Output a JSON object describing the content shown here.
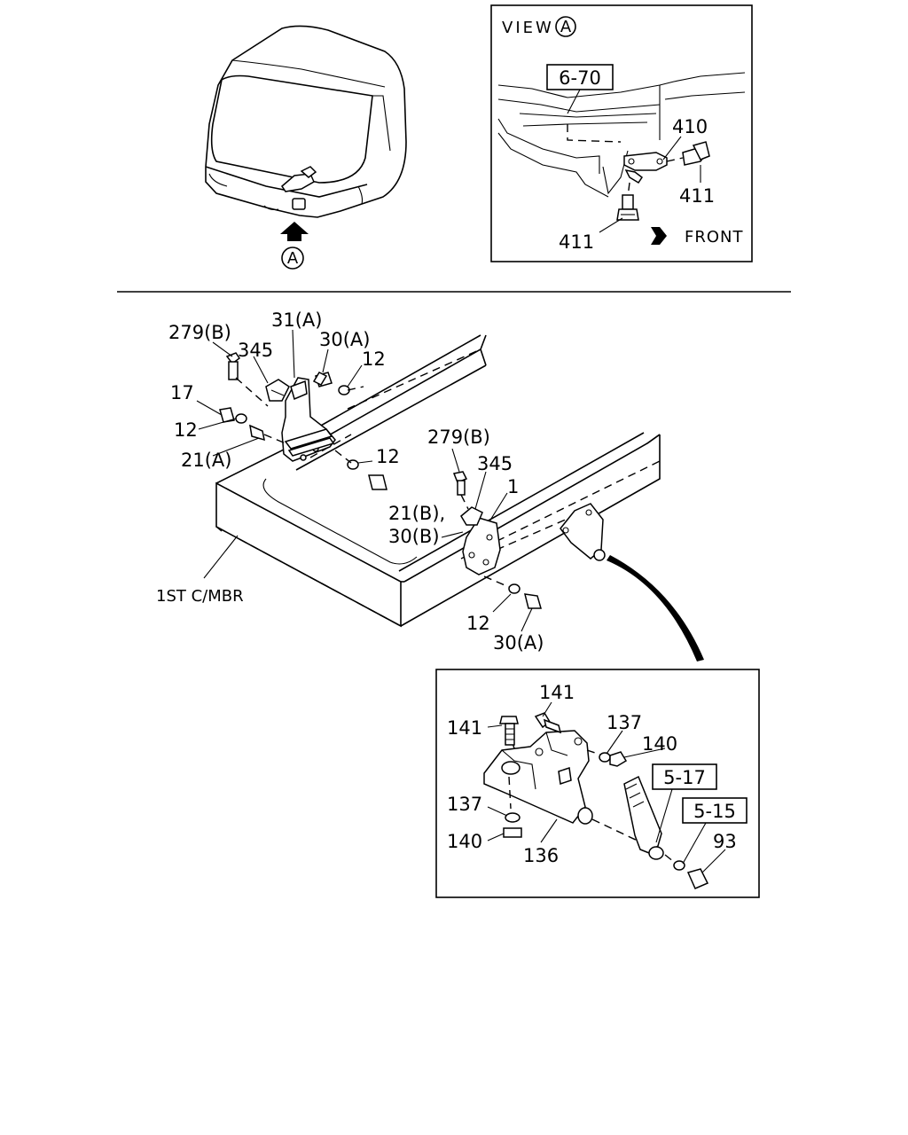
{
  "view_box": {
    "title": "VIEW",
    "title_marker": "A",
    "ref_box": "6-70",
    "labels": {
      "p410": "410",
      "p411_right": "411",
      "p411_bottom": "411",
      "front": "FRONT"
    }
  },
  "cab": {
    "marker": "A"
  },
  "main": {
    "labels": {
      "l279b_left": "279(B)",
      "l345_left": "345",
      "l31a": "31(A)",
      "l30a_top": "30(A)",
      "l12_top": "12",
      "l17": "17",
      "l12_left": "12",
      "l21a": "21(A)",
      "l12_mid": "12",
      "l279b_right": "279(B)",
      "l345_right": "345",
      "l1": "1",
      "l21b": "21(B),",
      "l30b": "30(B)",
      "l1st": "1ST C/MBR",
      "l12_bottom": "12",
      "l30a_bottom": "30(A)"
    }
  },
  "detail": {
    "labels": {
      "l141_top": "141",
      "l141_left": "141",
      "l137_top": "137",
      "l140_top": "140",
      "l137_left": "137",
      "l140_left": "140",
      "l136": "136",
      "l93": "93"
    },
    "ref_boxes": {
      "r517": "5-17",
      "r515": "5-15"
    }
  }
}
